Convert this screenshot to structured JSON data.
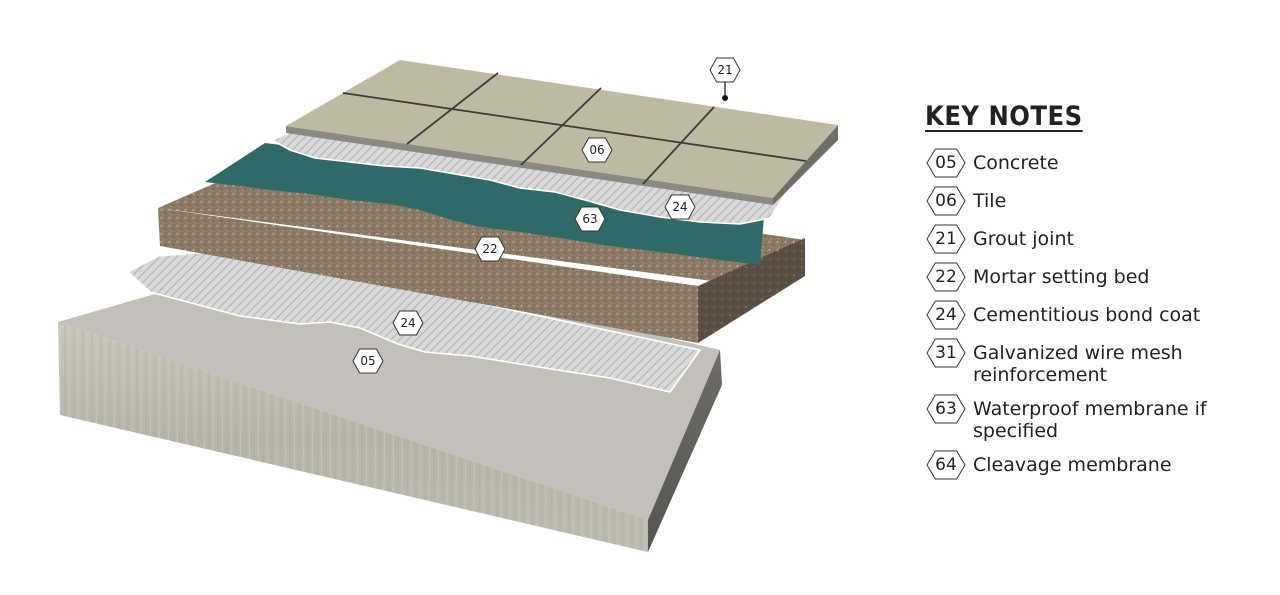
{
  "diagram": {
    "callouts": [
      {
        "id": "tag-21",
        "label": "21"
      },
      {
        "id": "tag-06",
        "label": "06"
      },
      {
        "id": "tag-24-upper",
        "label": "24"
      },
      {
        "id": "tag-63",
        "label": "63"
      },
      {
        "id": "tag-22",
        "label": "22"
      },
      {
        "id": "tag-24-lower",
        "label": "24"
      },
      {
        "id": "tag-05",
        "label": "05"
      }
    ]
  },
  "legend": {
    "title": "KEY NOTES",
    "items": [
      {
        "code": "05",
        "label": "Concrete"
      },
      {
        "code": "06",
        "label": "Tile"
      },
      {
        "code": "21",
        "label": "Grout joint"
      },
      {
        "code": "22",
        "label": "Mortar setting bed"
      },
      {
        "code": "24",
        "label": "Cementitious bond coat"
      },
      {
        "code": "31",
        "label": "Galvanized wire mesh reinforcement"
      },
      {
        "code": "63",
        "label": "Waterproof membrane if specified"
      },
      {
        "code": "64",
        "label": "Cleavage membrane"
      }
    ]
  }
}
